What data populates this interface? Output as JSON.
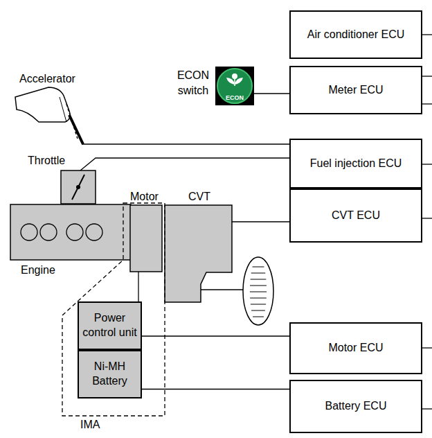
{
  "diagram": {
    "nodes": [
      {
        "text": [
          "Air conditioner ECU"
        ]
      },
      {
        "text": [
          "Meter ECU"
        ]
      },
      {
        "text": [
          "Fuel injection ECU"
        ]
      },
      {
        "text": [
          "CVT ECU"
        ]
      },
      {
        "text": [
          "IMA"
        ]
      },
      {
        "text": [
          "Power control unit"
        ],
        "in": 4
      },
      {
        "text": [
          "Ni-MH Battery"
        ],
        "in": 4
      },
      {
        "text": [
          "Motor ECU"
        ]
      },
      {
        "text": [
          "Battery ECU"
        ]
      }
    ],
    "edges": [
      {
        "from": 5,
        "to": 6,
        "arrow": "none"
      },
      {
        "from": 5,
        "to": 7,
        "arrow": "none"
      },
      {
        "from": 6,
        "to": 8,
        "arrow": "none"
      }
    ],
    "labels": [
      "Accelerator",
      "ECON switch",
      "ECON",
      "Throttle",
      "Motor",
      "CVT",
      "Engine"
    ]
  }
}
